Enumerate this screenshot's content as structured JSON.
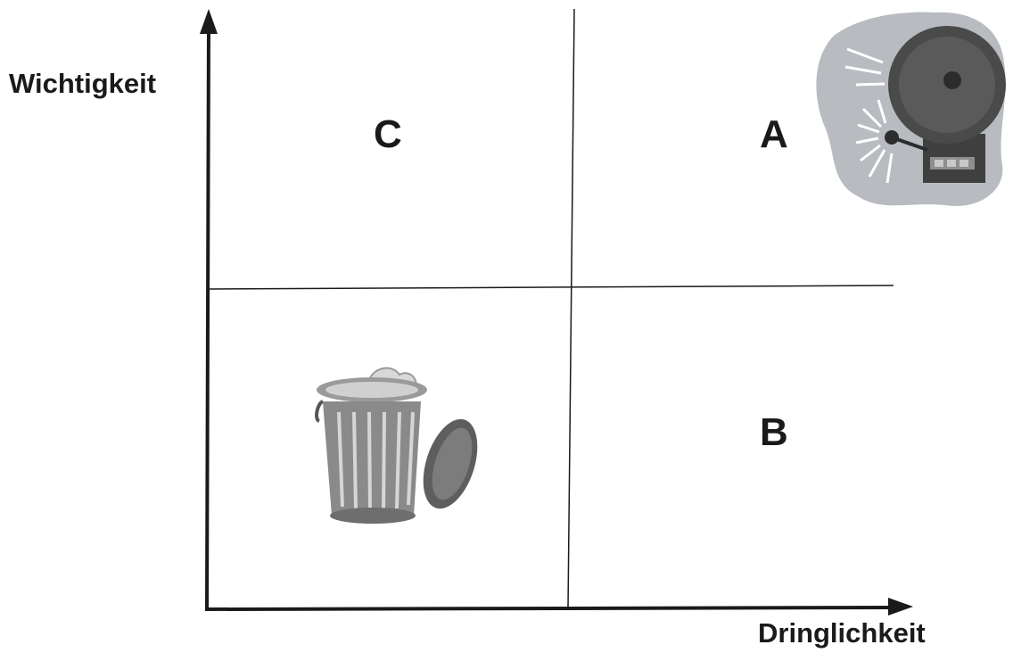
{
  "axes": {
    "y_label": "Wichtigkeit",
    "x_label": "Dringlichkeit"
  },
  "quadrants": {
    "top_left": "C",
    "top_right": "A",
    "bottom_right": "B"
  },
  "icons": {
    "top_right": "alarm-bell-icon",
    "bottom_left": "trash-can-icon"
  },
  "colors": {
    "line": "#1a1a1a",
    "bell_body": "#4a4a4a",
    "bell_backdrop": "#b8bcc0",
    "trash_body": "#8a8a8a"
  }
}
